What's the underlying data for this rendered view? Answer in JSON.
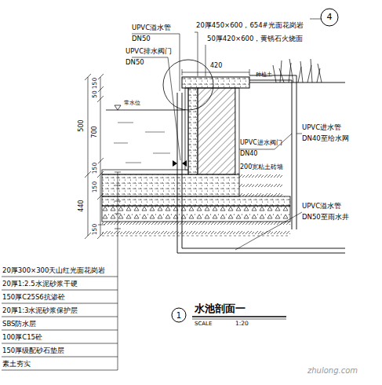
{
  "diagram": {
    "title": "水池剖面一",
    "labels": [
      "4",
      "20厚450×600，654#光面花岗岩",
      "UPVC溢水管",
      "DN50",
      "50厚420×600，黄锈石火烧面",
      "UPVC排水阀门",
      "DN50",
      "420",
      "常水位",
      "种植土",
      "UPVC进水管",
      "DN40至给水网",
      "UPVC进水阀门",
      "DN40",
      "200宽粘土砖墙",
      "UPVC溢水管",
      "DN50至雨水井",
      "150",
      "50",
      "700",
      "500",
      "150",
      "150",
      "440",
      "150",
      "20厚300×300天山红光面花岗岩",
      "20厚1:2.5水泥砂浆干硬",
      "150厚C25S6抗渗砼",
      "20厚1:3水泥砂浆保护层",
      "SBS防水层",
      "100厚C15砼",
      "150厚级配砂石垫层",
      "素土夯实",
      "1",
      "SCALE",
      "1:20",
      "zhulong.com"
    ]
  }
}
